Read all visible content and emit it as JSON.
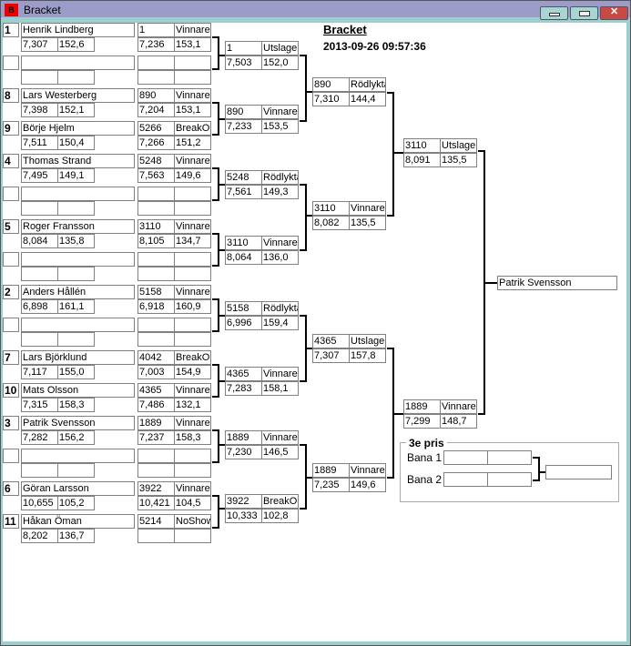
{
  "window": {
    "title": "Bracket"
  },
  "header": {
    "title": "Bracket",
    "timestamp": "2013-09-26 09:57:36"
  },
  "round1": [
    {
      "seed": "1",
      "name": "Henrik Lindberg",
      "rt": "7,307",
      "speed": "152,6",
      "id": "1",
      "status": "Vinnare",
      "rt2": "7,236",
      "speed2": "153,1"
    },
    {
      "seed": "",
      "name": "",
      "rt": "",
      "speed": "",
      "id": "",
      "status": "",
      "rt2": "",
      "speed2": ""
    },
    {
      "seed": "8",
      "name": "Lars Westerberg",
      "rt": "7,398",
      "speed": "152,1",
      "id": "890",
      "status": "Vinnare",
      "rt2": "7,204",
      "speed2": "153,1"
    },
    {
      "seed": "9",
      "name": "Börje Hjelm",
      "rt": "7,511",
      "speed": "150,4",
      "id": "5266",
      "status": "BreakOut",
      "rt2": "7,266",
      "speed2": "151,2"
    },
    {
      "seed": "4",
      "name": "Thomas Strand",
      "rt": "7,495",
      "speed": "149,1",
      "id": "5248",
      "status": "Vinnare",
      "rt2": "7,563",
      "speed2": "149,6"
    },
    {
      "seed": "",
      "name": "",
      "rt": "",
      "speed": "",
      "id": "",
      "status": "",
      "rt2": "",
      "speed2": ""
    },
    {
      "seed": "5",
      "name": "Roger Fransson",
      "rt": "8,084",
      "speed": "135,8",
      "id": "3110",
      "status": "Vinnare",
      "rt2": "8,105",
      "speed2": "134,7"
    },
    {
      "seed": "",
      "name": "",
      "rt": "",
      "speed": "",
      "id": "",
      "status": "",
      "rt2": "",
      "speed2": ""
    },
    {
      "seed": "2",
      "name": "Anders Hållén",
      "rt": "6,898",
      "speed": "161,1",
      "id": "5158",
      "status": "Vinnare",
      "rt2": "6,918",
      "speed2": "160,9"
    },
    {
      "seed": "",
      "name": "",
      "rt": "",
      "speed": "",
      "id": "",
      "status": "",
      "rt2": "",
      "speed2": ""
    },
    {
      "seed": "7",
      "name": "Lars Björklund",
      "rt": "7,117",
      "speed": "155,0",
      "id": "4042",
      "status": "BreakOut",
      "rt2": "7,003",
      "speed2": "154,9"
    },
    {
      "seed": "10",
      "name": "Mats Olsson",
      "rt": "7,315",
      "speed": "158,3",
      "id": "4365",
      "status": "Vinnare",
      "rt2": "7,486",
      "speed2": "132,1"
    },
    {
      "seed": "3",
      "name": "Patrik Svensson",
      "rt": "7,282",
      "speed": "156,2",
      "id": "1889",
      "status": "Vinnare",
      "rt2": "7,237",
      "speed2": "158,3"
    },
    {
      "seed": "",
      "name": "",
      "rt": "",
      "speed": "",
      "id": "",
      "status": "",
      "rt2": "",
      "speed2": ""
    },
    {
      "seed": "6",
      "name": "Göran Larsson",
      "rt": "10,655",
      "speed": "105,2",
      "id": "3922",
      "status": "Vinnare",
      "rt2": "10,421",
      "speed2": "104,5"
    },
    {
      "seed": "11",
      "name": "Håkan Öman",
      "rt": "8,202",
      "speed": "136,7",
      "id": "5214",
      "status": "NoShow",
      "rt2": "",
      "speed2": ""
    }
  ],
  "round2": [
    {
      "id": "1",
      "status": "Utslagen",
      "rt": "7,503",
      "speed": "152,0"
    },
    {
      "id": "890",
      "status": "Vinnare",
      "rt": "7,233",
      "speed": "153,5"
    },
    {
      "id": "5248",
      "status": "Rödlykta",
      "rt": "7,561",
      "speed": "149,3"
    },
    {
      "id": "3110",
      "status": "Vinnare",
      "rt": "8,064",
      "speed": "136,0"
    },
    {
      "id": "5158",
      "status": "Rödlykta",
      "rt": "6,996",
      "speed": "159,4"
    },
    {
      "id": "4365",
      "status": "Vinnare",
      "rt": "7,283",
      "speed": "158,1"
    },
    {
      "id": "1889",
      "status": "Vinnare",
      "rt": "7,230",
      "speed": "146,5"
    },
    {
      "id": "3922",
      "status": "BreakOut",
      "rt": "10,333",
      "speed": "102,8"
    }
  ],
  "round3": [
    {
      "id": "890",
      "status": "Rödlykta",
      "rt": "7,310",
      "speed": "144,4"
    },
    {
      "id": "3110",
      "status": "Vinnare",
      "rt": "8,082",
      "speed": "135,5"
    },
    {
      "id": "4365",
      "status": "Utslagen",
      "rt": "7,307",
      "speed": "157,8"
    },
    {
      "id": "1889",
      "status": "Vinnare",
      "rt": "7,235",
      "speed": "149,6"
    }
  ],
  "round4": [
    {
      "id": "3110",
      "status": "Utslagen",
      "rt": "8,091",
      "speed": "135,5"
    },
    {
      "id": "1889",
      "status": "Vinnare",
      "rt": "7,299",
      "speed": "148,7"
    }
  ],
  "final": {
    "winner": "Patrik Svensson"
  },
  "third": {
    "title": "3e pris",
    "lane1": "Bana 1",
    "lane2": "Bana 2"
  }
}
